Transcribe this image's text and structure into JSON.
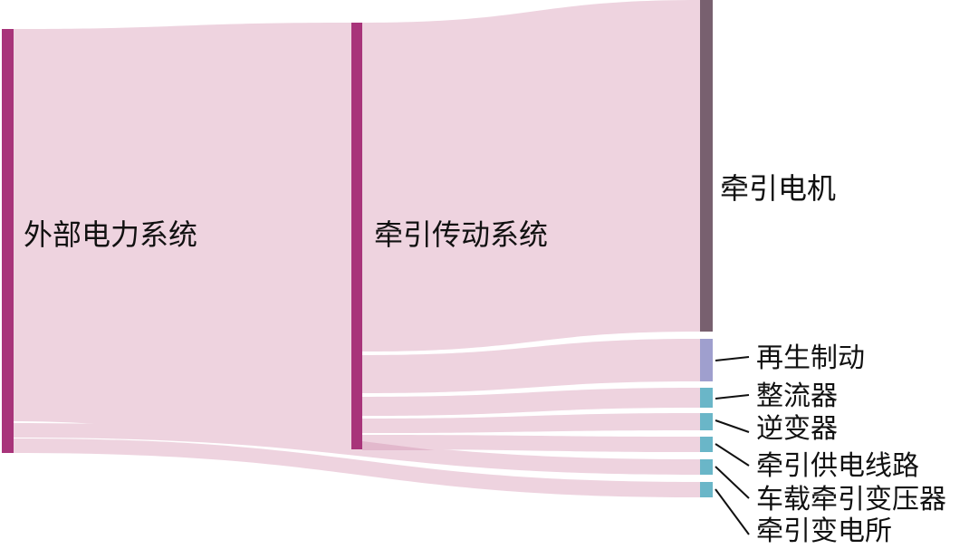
{
  "chart_data": {
    "type": "sankey",
    "title": "",
    "colors": {
      "link": "#eed3df",
      "link_dark": "#e2b8cc",
      "source_node": "#a8347a",
      "traction_motor_node": "#78606f",
      "regen_node": "#9f9fce",
      "component_node": "#6ab6c8",
      "leader_line": "#111111"
    },
    "nodes": [
      {
        "id": "external",
        "label": "外部电力系统",
        "column": 0
      },
      {
        "id": "traction_drive",
        "label": "牵引传动系统",
        "column": 1
      },
      {
        "id": "motor",
        "label": "牵引电机",
        "column": 2
      },
      {
        "id": "regen",
        "label": "再生制动",
        "column": 2
      },
      {
        "id": "rectifier",
        "label": "整流器",
        "column": 2
      },
      {
        "id": "inverter",
        "label": "逆变器",
        "column": 2
      },
      {
        "id": "feeder",
        "label": "牵引供电线路",
        "column": 2
      },
      {
        "id": "transformer",
        "label": "车载牵引变压器",
        "column": 2
      },
      {
        "id": "substation",
        "label": "牵引变电所",
        "column": 2
      }
    ],
    "links": [
      {
        "source": "external",
        "target": "traction_drive",
        "value": 86
      },
      {
        "source": "external",
        "target": "transformer",
        "value": 3.5
      },
      {
        "source": "external",
        "target": "substation",
        "value": 3.5
      },
      {
        "source": "traction_drive",
        "target": "motor",
        "value": 70
      },
      {
        "source": "traction_drive",
        "target": "regen",
        "value": 9
      },
      {
        "source": "traction_drive",
        "target": "rectifier",
        "value": 4.5
      },
      {
        "source": "traction_drive",
        "target": "inverter",
        "value": 4
      },
      {
        "source": "traction_drive",
        "target": "feeder",
        "value": 3.5
      }
    ]
  },
  "labels": {
    "external": "外部电力系统",
    "traction_drive": "牵引传动系统",
    "motor": "牵引电机",
    "regen": "再生制动",
    "rectifier": "整流器",
    "inverter": "逆变器",
    "feeder": "牵引供电线路",
    "transformer": "车载牵引变压器",
    "substation": "牵引变电所"
  }
}
